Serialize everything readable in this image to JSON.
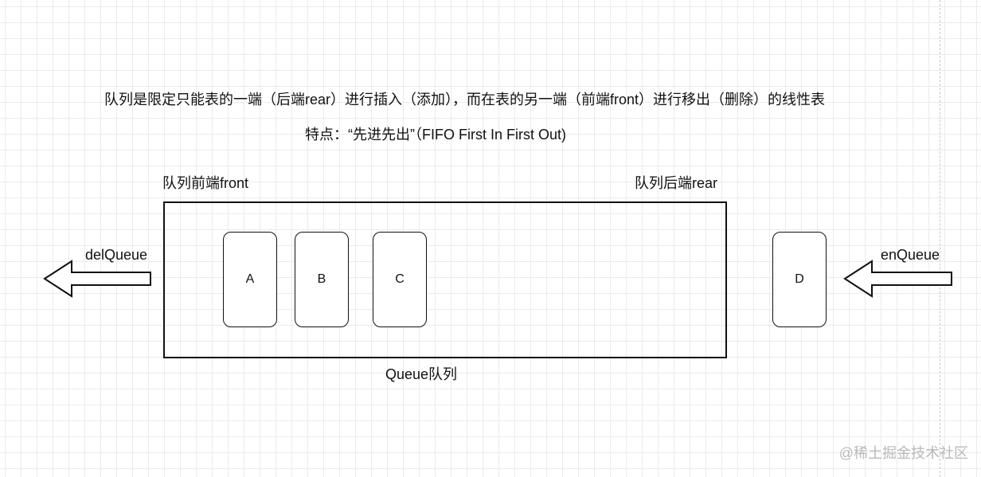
{
  "description_line": "队列是限定只能表的一端（后端rear）进行插入（添加），而在表的另一端（前端front）进行移出（删除）的线性表",
  "feature_line": "特点：“先进先出”（FIFO First In First Out)",
  "labels": {
    "front": "队列前端front",
    "rear": "队列后端rear",
    "queue": "Queue队列"
  },
  "operations": {
    "dequeue": "delQueue",
    "enqueue": "enQueue"
  },
  "queue_items": [
    "A",
    "B",
    "C"
  ],
  "incoming_item": "D",
  "watermark": "@稀土掘金技术社区"
}
